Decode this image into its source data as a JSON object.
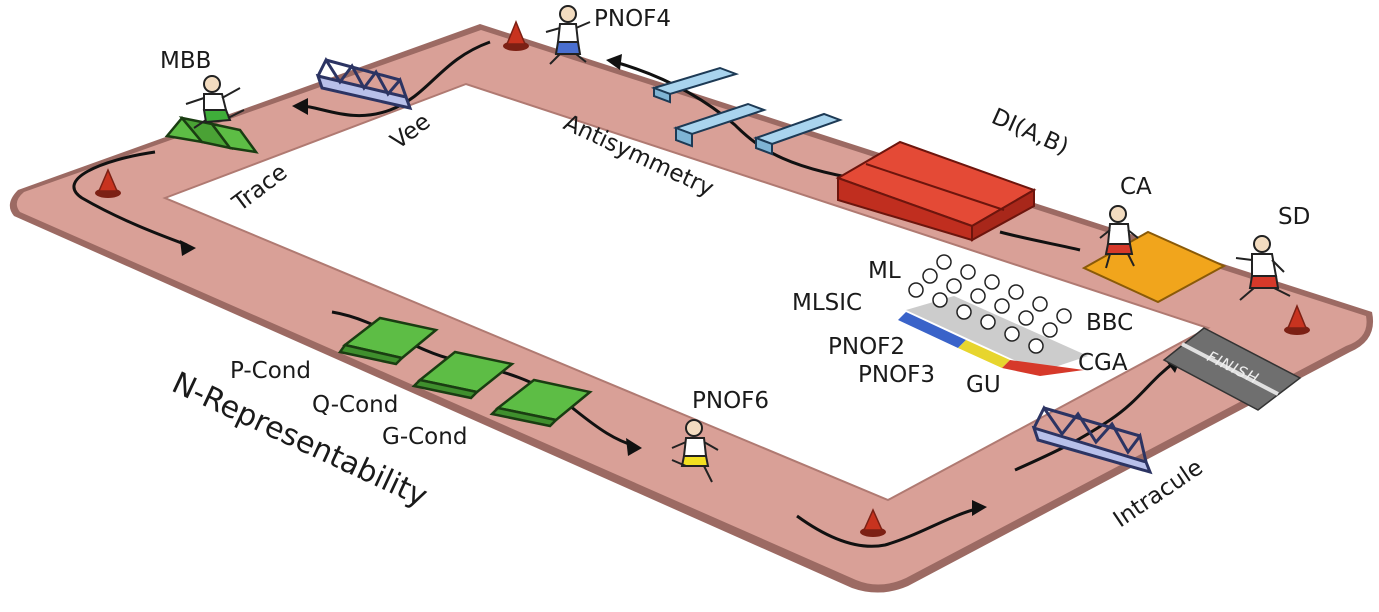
{
  "labels": {
    "pnof4": "PNOF4",
    "mbb": "MBB",
    "vee": "Vee",
    "trace": "Trace",
    "antisymmetry": "Antisymmetry",
    "di": "DI(A,B)",
    "ca": "CA",
    "sd": "SD",
    "ml": "ML",
    "mlsic": "MLSIC",
    "bbc": "BBC",
    "pnof2": "PNOF2",
    "pnof3": "PNOF3",
    "gu": "GU",
    "cga": "CGA",
    "p_cond": "P-Cond",
    "q_cond": "Q-Cond",
    "g_cond": "G-Cond",
    "pnof6": "PNOF6",
    "n_representability": "N-Representability",
    "intracule": "Intracule",
    "finish": "FINISH"
  },
  "colors": {
    "track": "#d9a097",
    "track_edge": "#9c6a63",
    "mat_orange": "#f1a51c",
    "block_red": "#d6392a",
    "bench_blue": "#a9d4ee",
    "hurdle_green": "#5dbd45",
    "cone": "#c8331f",
    "finish_gray": "#6f6f6f"
  }
}
